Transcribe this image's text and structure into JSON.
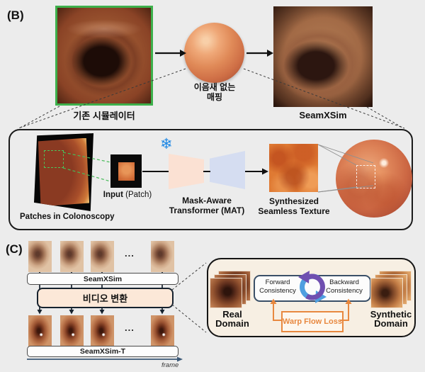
{
  "panel_b": {
    "label": "(B)",
    "existing_simulator_caption": "기존 시뮬레이터",
    "seamless_mapping_line1": "이음새 없는",
    "seamless_mapping_line2": "매핑",
    "seamxsim_caption": "SeamXSim",
    "pipeline": {
      "patches_caption": "Patches in Colonoscopy",
      "input_bold": "Input",
      "input_rest": "(Patch)",
      "snowflake": "❄",
      "mat_line1": "Mask-Aware",
      "mat_line2": "Transformer (MAT)",
      "synthesized_line1": "Synthesized",
      "synthesized_line2": "Seamless Texture"
    }
  },
  "panel_c": {
    "label": "(C)",
    "seamxsim_bar_label": "SeamXSim",
    "video_translation_label": "비디오 변환",
    "seamxsim_t_bar_label": "SeamXSim-T",
    "ellipsis": "...",
    "frame_axis_label": "frame",
    "consistency": {
      "forward_line1": "Forward",
      "forward_line2": "Consistency",
      "backward_line1": "Backward",
      "backward_line2": "Consistency",
      "warp_flow_loss_label": "Warp Flow Loss",
      "real_domain_line1": "Real",
      "real_domain_line2": "Domain",
      "synthetic_domain_line1": "Synthetic",
      "synthetic_domain_line2": "Domain"
    }
  },
  "colors": {
    "background": "#ececec",
    "highlight_green": "#3db04b",
    "box_border": "#1a1a1a",
    "navy": "#16222e",
    "peach_fill": "#fce8d8",
    "encoder_fill": "#fbe1d3",
    "decoder_fill": "#d5ddf1",
    "snowflake_blue": "#1e88e5",
    "orange": "#e8883f",
    "cycle_blue": "#4f9fe0",
    "cycle_purple": "#6f4fb0",
    "cream_panel": "#f7efe3"
  }
}
